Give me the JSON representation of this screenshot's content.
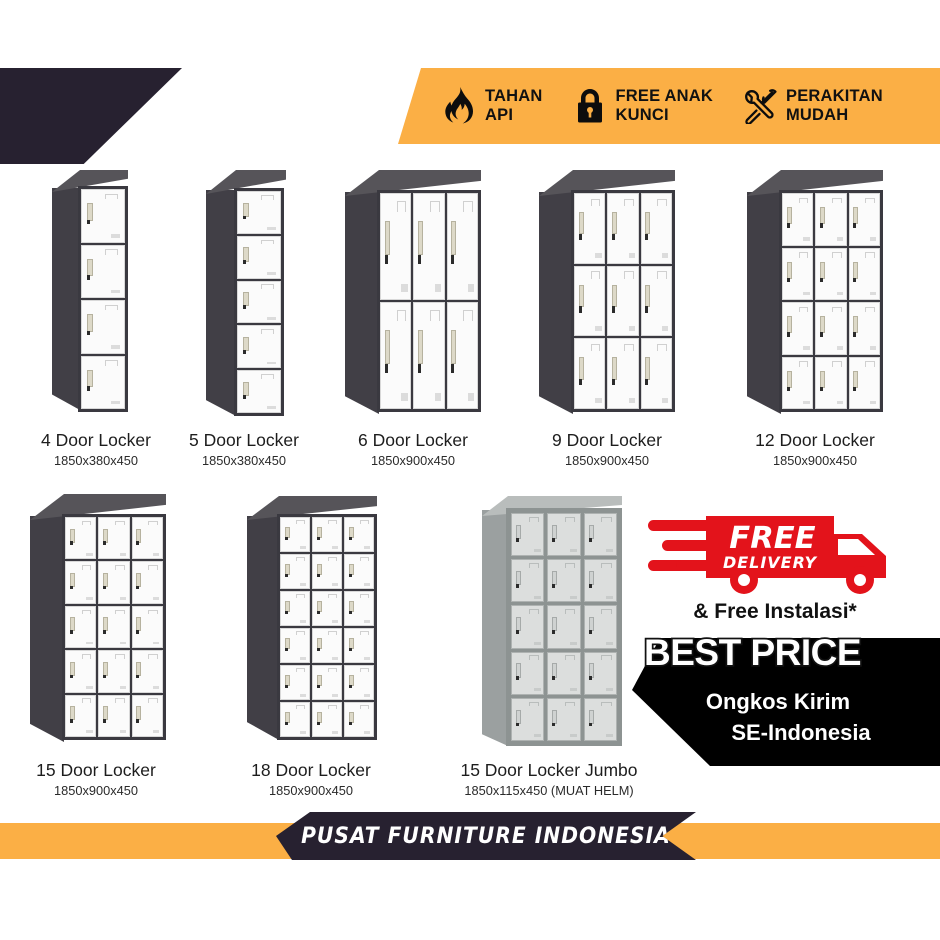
{
  "theme": {
    "orange": "#fbaf45",
    "dark": "#272130",
    "red": "#e3131b",
    "black": "#000000",
    "white": "#ffffff"
  },
  "features": [
    {
      "icon": "fire-icon",
      "label": "TAHAN\nAPI"
    },
    {
      "icon": "lock-icon",
      "label": "FREE ANAK\nKUNCI"
    },
    {
      "icon": "tools-icon",
      "label": "PERAKITAN\nMUDAH"
    }
  ],
  "products": [
    {
      "name": "4 Door Locker",
      "dims": "1850x380x450",
      "cols": 1,
      "rows": 4,
      "style": "dark"
    },
    {
      "name": "5 Door Locker",
      "dims": "1850x380x450",
      "cols": 1,
      "rows": 5,
      "style": "dark"
    },
    {
      "name": "6 Door Locker",
      "dims": "1850x900x450",
      "cols": 3,
      "rows": 2,
      "style": "dark"
    },
    {
      "name": "9 Door Locker",
      "dims": "1850x900x450",
      "cols": 3,
      "rows": 3,
      "style": "dark"
    },
    {
      "name": "12 Door Locker",
      "dims": "1850x900x450",
      "cols": 3,
      "rows": 4,
      "style": "dark"
    },
    {
      "name": "15 Door Locker",
      "dims": "1850x900x450",
      "cols": 3,
      "rows": 5,
      "style": "dark"
    },
    {
      "name": "18 Door Locker",
      "dims": "1850x900x450",
      "cols": 3,
      "rows": 6,
      "style": "dark"
    },
    {
      "name": "15 Door Locker Jumbo",
      "dims": "1850x115x450 (MUAT HELM)",
      "cols": 3,
      "rows": 5,
      "style": "jumbo"
    }
  ],
  "promo": {
    "delivery_line1": "FREE",
    "delivery_line2": "DELIVERY",
    "instalasi": "& Free Instalasi*",
    "best_price": "BEST PRICE",
    "ongkos_kirim": "Ongkos Kirim",
    "region": "SE-Indonesia"
  },
  "footer": {
    "brand": "PUSAT FURNITURE INDONESIA"
  }
}
